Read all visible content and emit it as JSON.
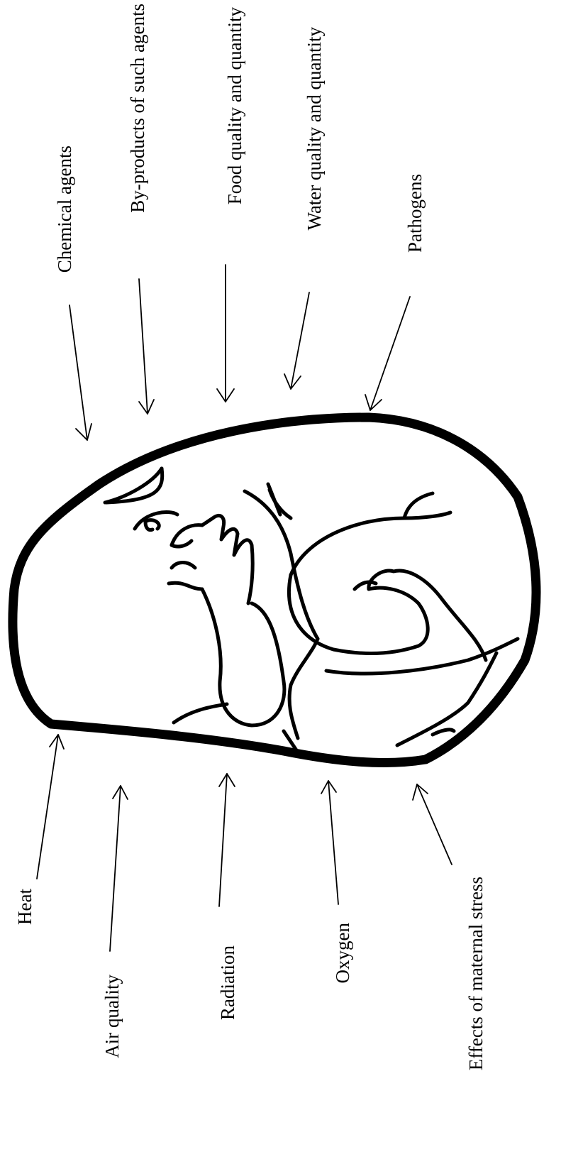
{
  "labels": {
    "chemical_agents": "Chemical agents",
    "by_products": "By-products of such agents",
    "food": "Food quality and quantity",
    "water": "Water quality and quantity",
    "pathogens": "Pathogens",
    "heat": "Heat",
    "air_quality": "Air quality",
    "radiation": "Radiation",
    "oxygen": "Oxygen",
    "maternal_stress": "Effects of maternal stress"
  },
  "colors": {
    "ink": "#000000",
    "paper": "#ffffff"
  },
  "icons": [
    "fetus-in-womb-illustration",
    "arrow-icon"
  ]
}
